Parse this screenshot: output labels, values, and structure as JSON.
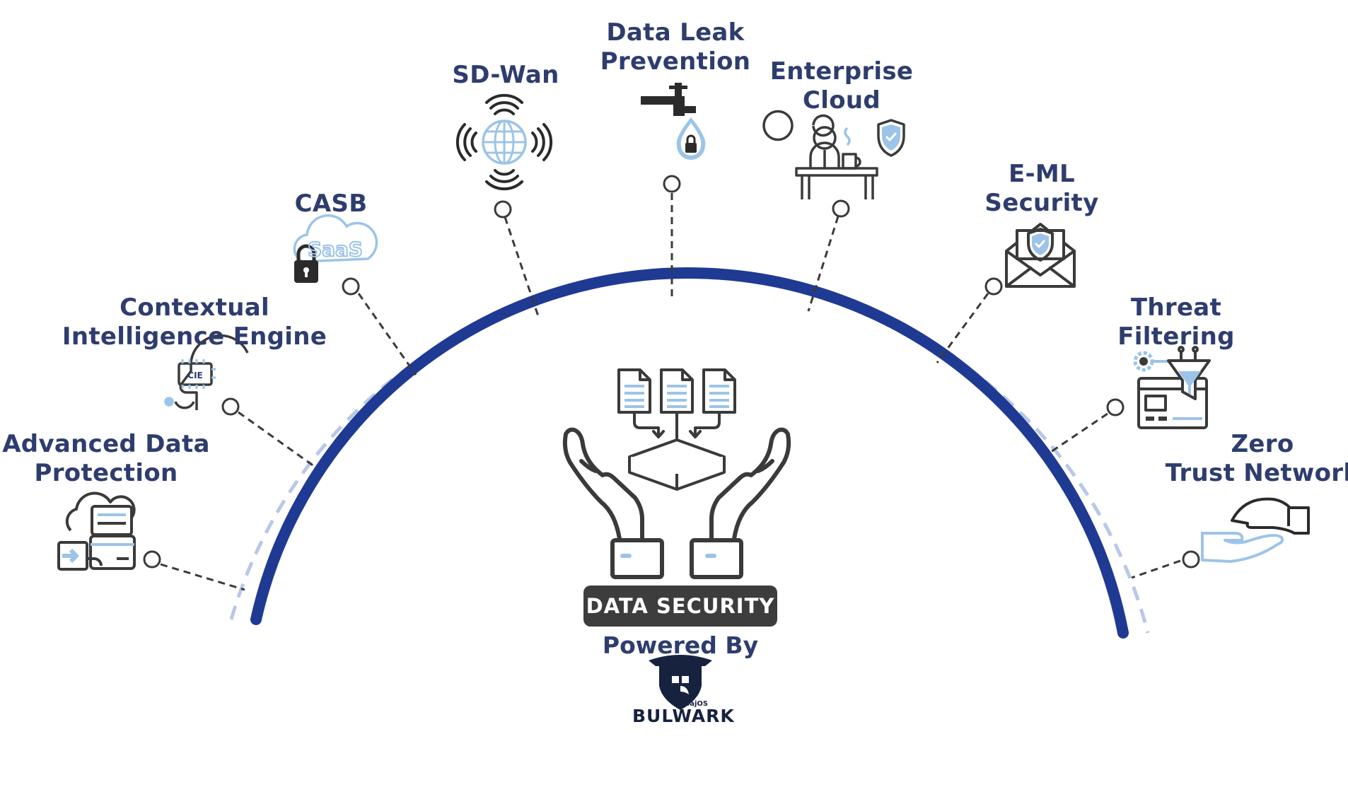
{
  "nodes": [
    {
      "id": "advanced-data-protection",
      "lines": [
        "Advanced Data",
        "Protection"
      ],
      "icon": "cloud-storage-icon"
    },
    {
      "id": "contextual-intelligence-engine",
      "lines": [
        "Contextual",
        "Intelligence Engine"
      ],
      "icon": "head-chip-icon",
      "icon_text": "CIE"
    },
    {
      "id": "casb",
      "lines": [
        "CASB"
      ],
      "icon": "saas-lock-icon",
      "icon_text": "SaaS"
    },
    {
      "id": "sd-wan",
      "lines": [
        "SD-Wan"
      ],
      "icon": "globe-signal-icon"
    },
    {
      "id": "data-leak-prevention",
      "lines": [
        "Data Leak",
        "Prevention"
      ],
      "icon": "faucet-lock-icon"
    },
    {
      "id": "enterprise-cloud",
      "lines": [
        "Enterprise",
        "Cloud"
      ],
      "icon": "person-desk-shield-icon"
    },
    {
      "id": "eml-security",
      "lines": [
        "E-ML",
        "Security"
      ],
      "icon": "envelope-shield-icon"
    },
    {
      "id": "threat-filtering",
      "lines": [
        "Threat",
        "Filtering"
      ],
      "icon": "funnel-filter-icon"
    },
    {
      "id": "zero-trust-network",
      "lines": [
        "Zero",
        "Trust Network"
      ],
      "icon": "handshake-icon"
    }
  ],
  "center": {
    "title": "DATA SECURITY",
    "powered_by": "Powered By",
    "brand": "BULWARK",
    "brand_sub": "GajOS",
    "icon": "hands-documents-icon"
  },
  "colors": {
    "label": "#2e3d6e",
    "arc": "#1f3a93",
    "arc_dashed": "#b8c8e6",
    "icon_accent": "#9cc4e8",
    "icon_dark": "#3a3a3a",
    "center_box": "#3d3d3d"
  }
}
